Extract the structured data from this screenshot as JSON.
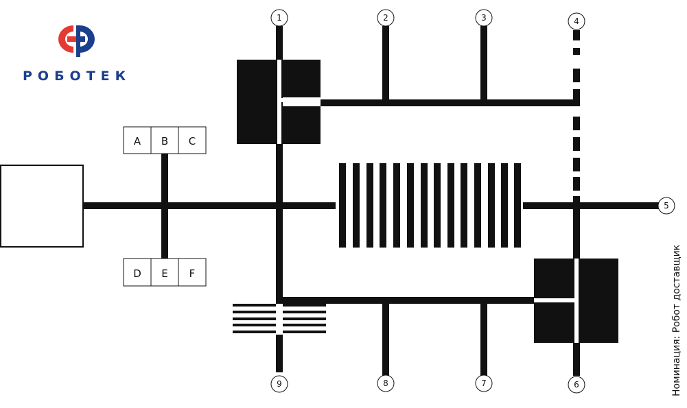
{
  "logo": {
    "text": "РОБОТЕК",
    "icon": "robotek-logo-icon",
    "colors": {
      "red": "#e43a34",
      "blue": "#1b3f8c"
    }
  },
  "nomination": "Номинация: Робот доставщик",
  "colors": {
    "line": "#111111",
    "background": "#ffffff"
  },
  "nodes": {
    "n1": "1",
    "n2": "2",
    "n3": "3",
    "n4": "4",
    "n5": "5",
    "n6": "6",
    "n7": "7",
    "n8": "8",
    "n9": "9"
  },
  "cells": {
    "top": [
      "A",
      "B",
      "C"
    ],
    "bottom": [
      "D",
      "E",
      "F"
    ]
  }
}
